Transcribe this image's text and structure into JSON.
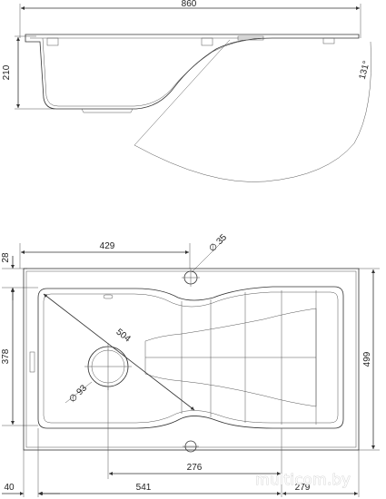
{
  "side_view": {
    "width_label": "860",
    "depth_label": "210",
    "angle_label": "131°"
  },
  "top_view": {
    "bowl_offset_label": "429",
    "tap_hole_label": "∅ 35",
    "diagonal_label": "504",
    "drain_label": "∅ 93",
    "margin_top_label": "28",
    "bowl_depth_label": "378",
    "total_depth_label": "499",
    "drain_offset_label": "276",
    "margin_left_label": "40",
    "bowl_width_label": "541",
    "drainer_width_label": "279"
  },
  "watermark": "multicom.by"
}
